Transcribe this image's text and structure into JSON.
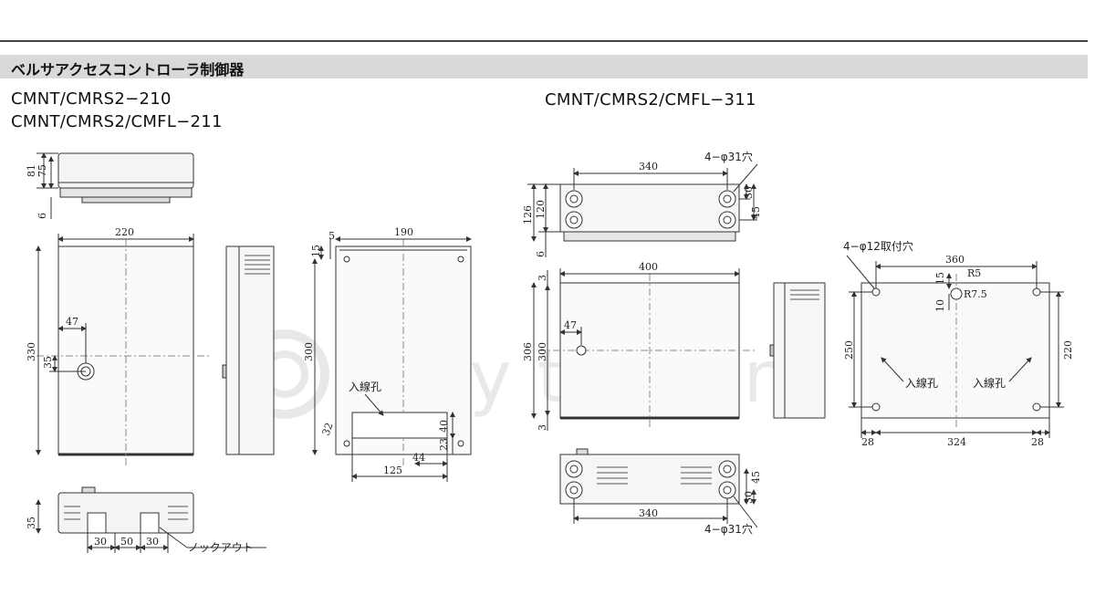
{
  "header": {
    "section_title": "ベルサアクセスコントローラ制御器"
  },
  "models": {
    "left_line1": "CMNT/CMRS2−210",
    "left_line2": "CMNT/CMRS2/CMFL−211",
    "right_line1": "CMNT/CMRS2/CMFL−311"
  },
  "watermark": "keytown",
  "left_drawing": {
    "top_view": {
      "d_81": "81",
      "d_75": "75",
      "d_6": "6"
    },
    "front_view": {
      "d_220": "220",
      "d_330": "330",
      "d_47": "47",
      "d_35": "35"
    },
    "interior_view": {
      "d_190": "190",
      "d_15": "15",
      "d_5": "5",
      "d_300": "300",
      "d_32": "32",
      "d_40": "40",
      "d_23": "23",
      "d_44": "44",
      "d_125": "125",
      "wire_hole_label": "入線孔"
    },
    "bottom_view": {
      "d_35": "35",
      "d_30a": "30",
      "d_50": "50",
      "d_30b": "30",
      "knockout_label": "ノックアウト"
    }
  },
  "right_drawing": {
    "top_view": {
      "d_340": "340",
      "hole_label": "4−φ31穴",
      "d_126": "126",
      "d_120": "120",
      "d_6": "6",
      "d_30": "30",
      "d_45": "45"
    },
    "front_view": {
      "d_400": "400",
      "d_306": "306",
      "d_300": "300",
      "d_3a": "3",
      "d_3b": "3",
      "d_47": "47"
    },
    "bottom_view": {
      "d_340": "340",
      "d_30": "30",
      "d_45": "45",
      "hole_label": "4−φ31穴"
    },
    "back_view": {
      "mount_label": "4−φ12取付穴",
      "d_360": "360",
      "d_R5": "R5",
      "d_R75": "R7.5",
      "d_15": "15",
      "d_10": "10",
      "d_250": "250",
      "d_220": "220",
      "d_28a": "28",
      "d_324": "324",
      "d_28b": "28",
      "wire_hole_a": "入線孔",
      "wire_hole_b": "入線孔"
    }
  }
}
